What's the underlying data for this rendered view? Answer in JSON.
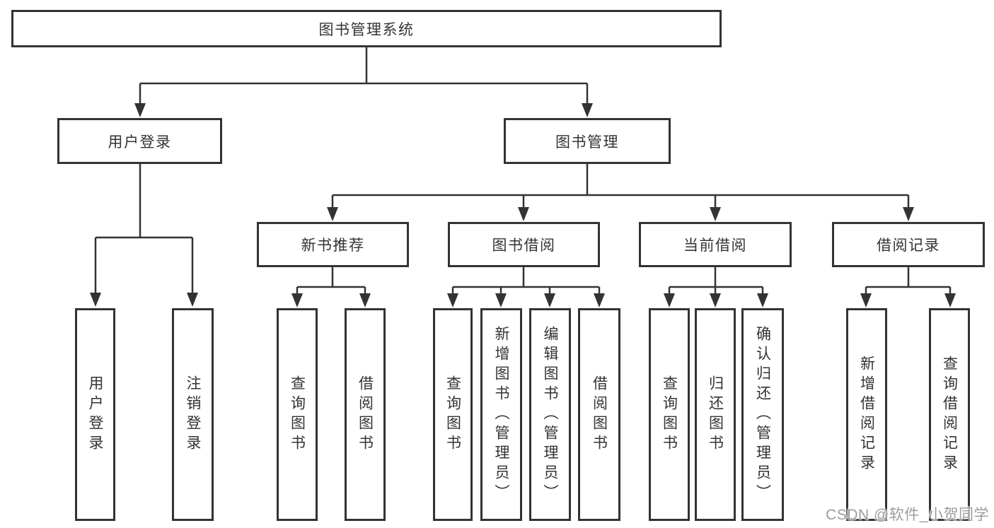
{
  "tree": {
    "label": "图书管理系统",
    "children": [
      {
        "label": "用户登录",
        "children": [
          {
            "label": "用户登录"
          },
          {
            "label": "注销登录"
          }
        ]
      },
      {
        "label": "图书管理",
        "children": [
          {
            "label": "新书推荐",
            "children": [
              {
                "label": "查询图书"
              },
              {
                "label": "借阅图书"
              }
            ]
          },
          {
            "label": "图书借阅",
            "children": [
              {
                "label": "查询图书"
              },
              {
                "label": "新增图书（管理员）"
              },
              {
                "label": "编辑图书（管理员）"
              },
              {
                "label": "借阅图书"
              }
            ]
          },
          {
            "label": "当前借阅",
            "children": [
              {
                "label": "查询图书"
              },
              {
                "label": "归还图书"
              },
              {
                "label": "确认归还（管理员）"
              }
            ]
          },
          {
            "label": "借阅记录",
            "children": [
              {
                "label": "新增借阅记录"
              },
              {
                "label": "查询借阅记录"
              }
            ]
          }
        ]
      }
    ]
  },
  "watermark": {
    "text": "CSDN @软件_小贺同学"
  },
  "colors": {
    "line": "#333333",
    "node_border": "#333333",
    "text": "#333333",
    "background": "#ffffff",
    "watermark_text": "#9c9c9c"
  }
}
